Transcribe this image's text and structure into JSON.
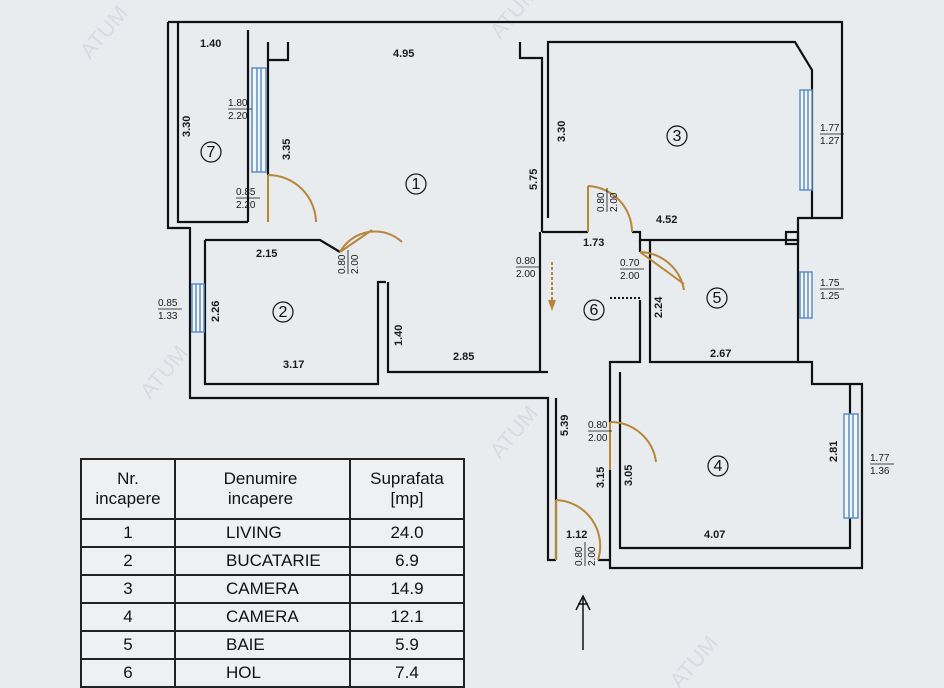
{
  "rooms": [
    {
      "no": "1",
      "name": "LIVING",
      "area": "24.0"
    },
    {
      "no": "2",
      "name": "BUCATARIE",
      "area": "6.9"
    },
    {
      "no": "3",
      "name": "CAMERA",
      "area": "14.9"
    },
    {
      "no": "4",
      "name": "CAMERA",
      "area": "12.1"
    },
    {
      "no": "5",
      "name": "BAIE",
      "area": "5.9"
    },
    {
      "no": "6",
      "name": "HOL",
      "area": "7.4"
    },
    {
      "no": "7"
    }
  ],
  "table": {
    "col_no": "Nr.\nincapere",
    "col_name": "Denumire\nincapere",
    "col_area": "Suprafata\n[mp]"
  },
  "dimensions": {
    "balcony_w": "1.40",
    "balcony_h": "3.30",
    "living_w": "4.95",
    "living_side": "3.35",
    "living_h": "5.75",
    "room3_h": "3.30",
    "room3_w": "4.52",
    "kitchen_h": "2.26",
    "kitchen_top": "2.15",
    "kitchen_w": "3.17",
    "hall_bottom": "2.85",
    "stub_h": "1.40",
    "hall_top": "1.73",
    "bath_h": "2.24",
    "bath_w": "2.67",
    "hall_h": "5.39",
    "room4_left": "3.15",
    "room4_inner": "3.05",
    "room4_w": "4.07",
    "room4_h": "2.81",
    "entry_w": "1.12"
  },
  "openings": {
    "win_balcony": "1.80\n2.20",
    "door_balcony": "0.85\n2.20",
    "door_kitchen": "0.80\n2.00",
    "win_kitchen": "0.85\n1.33",
    "door_room3": "0.80\n2.00",
    "win_room3": "1.77\n1.27",
    "door_living": "0.80\n2.00",
    "door_bath": "0.70\n2.00",
    "win_bath": "1.75\n1.25",
    "door_room4": "0.80\n2.00",
    "win_room4": "1.77\n1.36",
    "door_entry": "0.80\n2.00"
  },
  "watermark": "ATUM",
  "colors": {
    "wall": "#111111",
    "door": "#b8863a",
    "window": "#5a8fc7",
    "paper": "#e9ecef"
  }
}
